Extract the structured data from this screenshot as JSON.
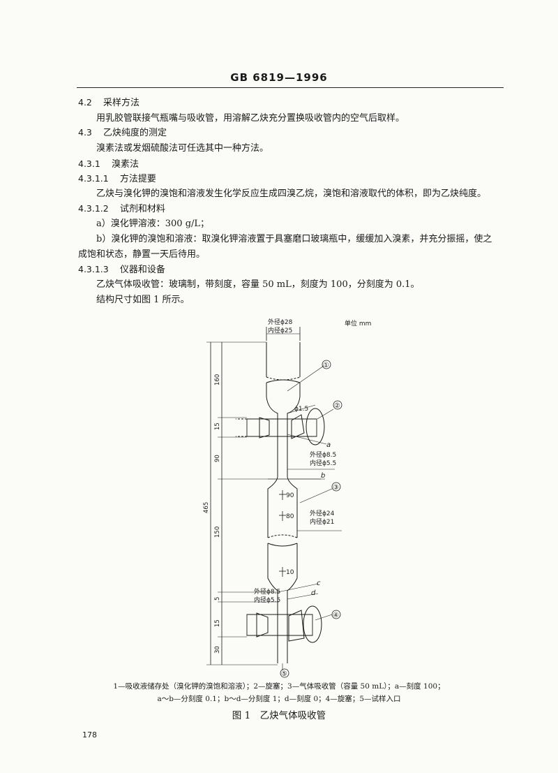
{
  "header": {
    "title": "GB 6819—1996"
  },
  "body": {
    "s42_num": "4.2",
    "s42_title": "采样方法",
    "s42_text": "用乳胶管联接气瓶嘴与吸收管，用溶解乙炔充分置换吸收管内的空气后取样。",
    "s43_num": "4.3",
    "s43_title": "乙炔纯度的测定",
    "s43_text": "溴素法或发烟硫酸法可任选其中一种方法。",
    "s431_num": "4.3.1",
    "s431_title": "溴素法",
    "s4311_num": "4.3.1.1",
    "s4311_title": "方法提要",
    "s4311_text": "乙炔与溴化钾的溴饱和溶液发生化学反应生成四溴乙烷，溴饱和溶液取代的体积，即为乙炔纯度。",
    "s4312_num": "4.3.1.2",
    "s4312_title": "试剂和材料",
    "item_a": "a）溴化钾溶液：300 g/L；",
    "item_b1": "b）溴化钾的溴饱和溶液：取溴化钾溶液置于具塞磨口玻璃瓶中，缓缓加入溴素，并充分振摇，使之",
    "item_b2": "成饱和状态，静置一天后待用。",
    "s4313_num": "4.3.1.3",
    "s4313_title": "仪器和设备",
    "s4313_text1": "乙炔气体吸收管：玻璃制，带刻度，容量 50 mL，刻度为 100，分刻度为 0.1。",
    "s4313_text2": "结构尺寸如图 1 所示。"
  },
  "figure": {
    "unit": "单位 mm",
    "top_od": "外径ϕ28",
    "top_id": "内径ϕ25",
    "bore": "ϕ1.5",
    "mid_od": "外径ϕ8.5",
    "mid_id": "内径ϕ5.5",
    "body_od": "外径ϕ24",
    "body_id": "内径ϕ21",
    "low_od": "外径ϕ8.5",
    "low_id": "内径ϕ5.5",
    "dims": {
      "d160": "160",
      "d15a": "15",
      "d90": "90",
      "d465": "465",
      "d150": "150",
      "d5": "5",
      "d15b": "15",
      "d30": "30"
    },
    "scale": {
      "s90": "90",
      "s80": "80",
      "s10": "10"
    },
    "markers": {
      "a": "a",
      "b": "b",
      "c": "c",
      "d": "d"
    },
    "callouts": {
      "c1": "①",
      "c2": "②",
      "c3": "③",
      "c4": "④",
      "c5": "⑤"
    },
    "legend_1": "1—吸收液储存处（溴化钾的溴饱和溶液）；2—旋塞；3—气体吸收管（容量 50 mL）；a—刻度 100；",
    "legend_2": "a～b—分刻度 0.1；b～d—分刻度 1；d—刻度 0；4—旋塞；5—试样入口",
    "title": "图 1　乙炔气体吸收管"
  },
  "footer": {
    "page": "178"
  }
}
